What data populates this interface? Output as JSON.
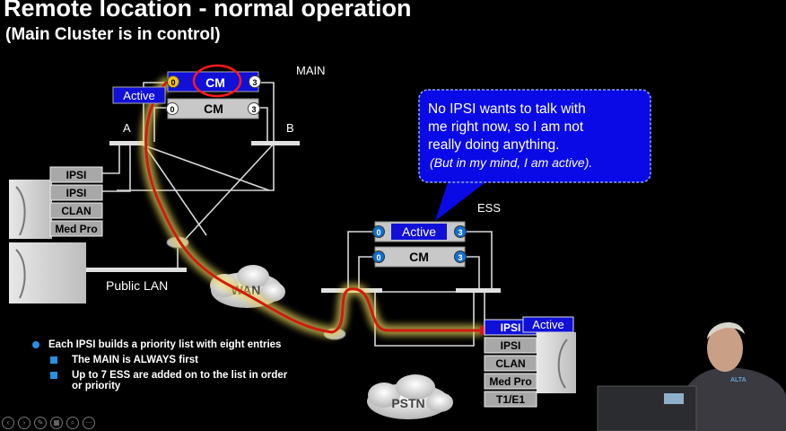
{
  "slide": {
    "title": "Remote location - normal operation",
    "subtitle": "(Main Cluster is in control)"
  },
  "main": {
    "label": "MAIN",
    "cm_top": {
      "label": "CM",
      "port_left": "0",
      "port_right": "3"
    },
    "cm_bottom": {
      "label": "CM",
      "port_left": "0",
      "port_right": "3"
    },
    "active_tag": "Active",
    "switch_a": "A",
    "switch_b": "B"
  },
  "main_cabinet": {
    "boards": [
      "IPSI",
      "IPSI",
      "CLAN",
      "Med Pro"
    ]
  },
  "public_lan": "Public LAN",
  "wan": "WAN",
  "pstn": "PSTN",
  "ess": {
    "label": "ESS",
    "active_unit": {
      "label": "Active",
      "port_left": "0",
      "port_right": "3"
    },
    "cm": {
      "label": "CM",
      "port_left": "0",
      "port_right": "3"
    }
  },
  "callout": {
    "lines": [
      "No IPSI wants to talk with",
      "me right now, so I am not",
      "really doing anything."
    ],
    "italic": "(But in my mind, I am active)."
  },
  "remote_cabinet": {
    "boards": [
      "IPSI",
      "IPSI",
      "CLAN",
      "Med Pro",
      "T1/E1"
    ],
    "active_tag": "Active"
  },
  "bullets": {
    "main": "Each IPSI builds a priority list with eight entries",
    "sub": [
      "The MAIN is ALWAYS first",
      "Up to 7 ESS are added on to the list in order or priority"
    ]
  },
  "laptop_logo": "ALTA",
  "colors": {
    "active_blue": "#1010d8",
    "callout_blue": "#0a0ae6",
    "gray_unit": "#c8c8c8",
    "highlight_red": "#d21a10",
    "highlight_glow": "#e6d25a"
  }
}
